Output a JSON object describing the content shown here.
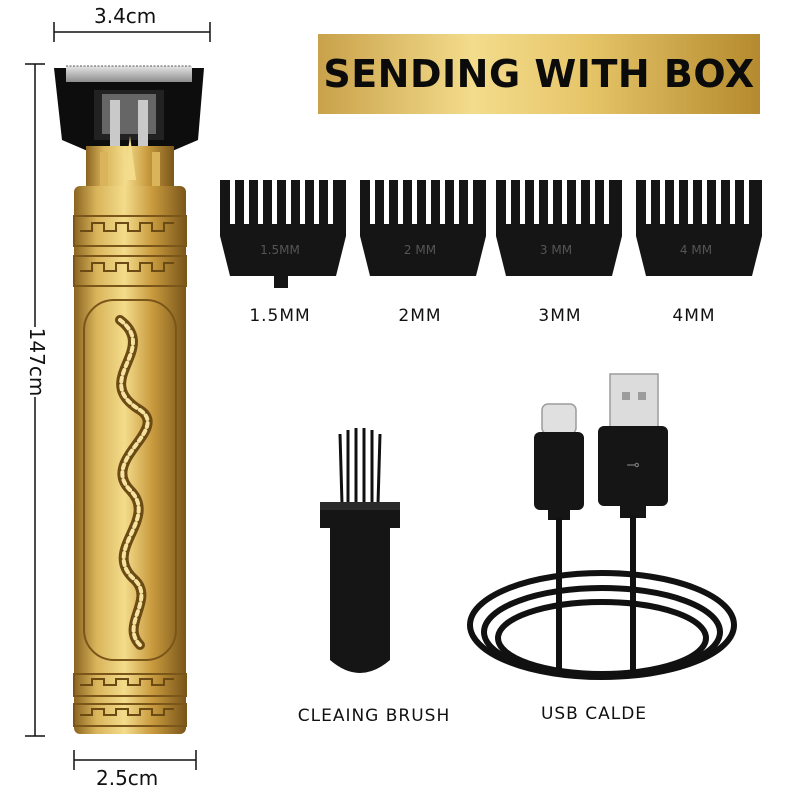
{
  "banner": {
    "text": "SENDING WITH BOX"
  },
  "dimensions": {
    "head_width": "3.4cm",
    "body_height": "147cm",
    "base_width": "2.5cm"
  },
  "combs": [
    {
      "engraving": "1.5MM",
      "label": "1.5MM"
    },
    {
      "engraving": "2 MM",
      "label": "2MM"
    },
    {
      "engraving": "3 MM",
      "label": "3MM"
    },
    {
      "engraving": "4 MM",
      "label": "4MM"
    }
  ],
  "accessories": {
    "brush_label": "CLEAING BRUSH",
    "cable_label": "USB CALDE"
  },
  "colors": {
    "gold_light": "#f3dc8c",
    "gold_mid": "#d9b45a",
    "gold_dark": "#8a6420",
    "black": "#0d0d0d",
    "banner_gold": "#e7c66a"
  }
}
